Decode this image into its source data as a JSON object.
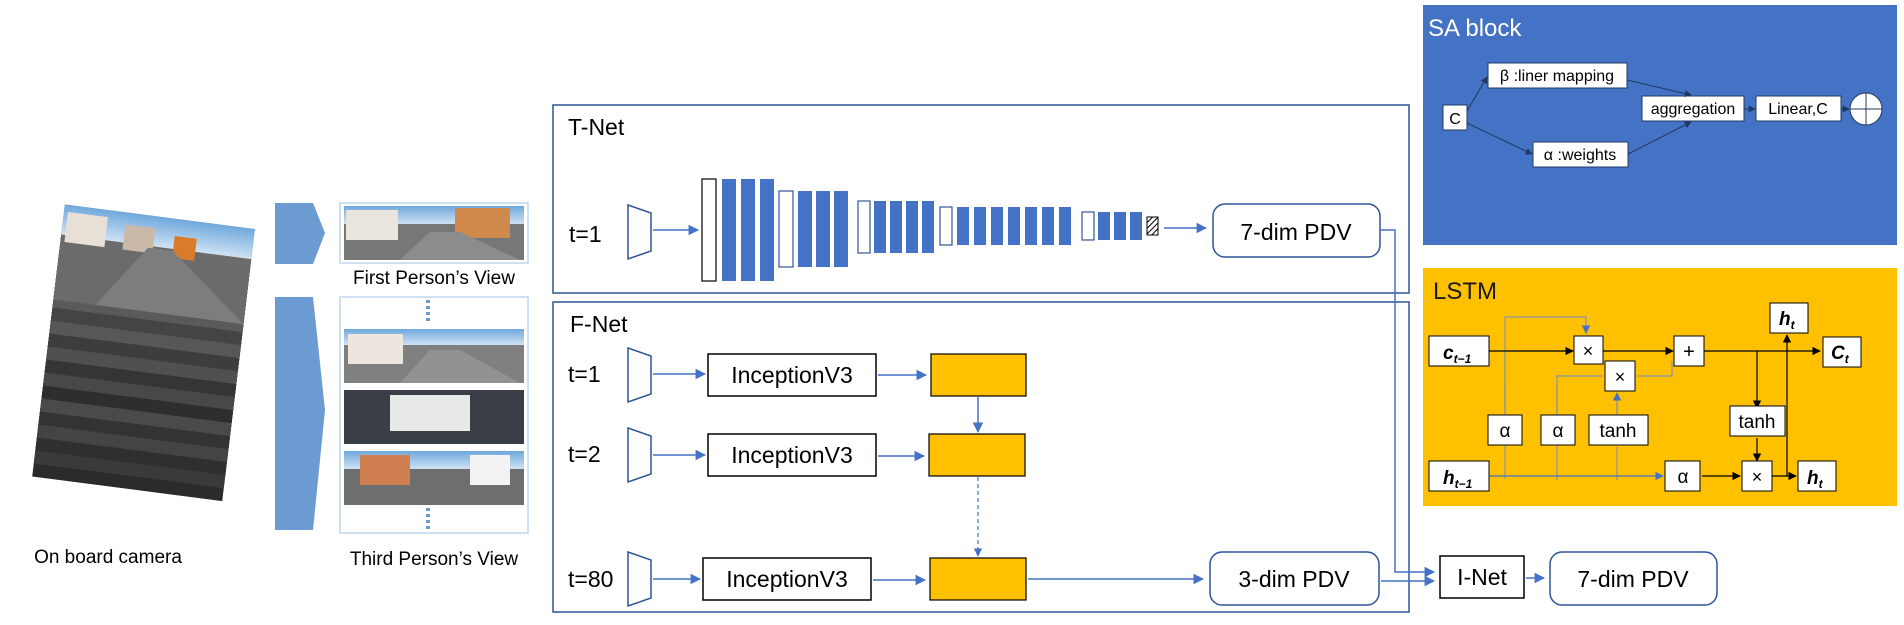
{
  "camera": {
    "caption": "On board camera"
  },
  "views": {
    "first_caption": "First Person’s View",
    "third_caption": "Third Person’s View"
  },
  "tnet": {
    "title": "T-Net",
    "time_label": "t=1",
    "output": "7-dim PDV"
  },
  "fnet": {
    "title": "F-Net",
    "rows": [
      {
        "time": "t=1",
        "encoder": "InceptionV3"
      },
      {
        "time": "t=2",
        "encoder": "InceptionV3"
      },
      {
        "time": "t=80",
        "encoder": "InceptionV3"
      }
    ],
    "output": "3-dim PDV"
  },
  "inet": {
    "label": "I-Net",
    "output": "7-dim PDV"
  },
  "sa_block": {
    "title": "SA block",
    "input": "C",
    "beta": "β :liner mapping",
    "alpha": "α :weights",
    "aggregation": "aggregation",
    "linear": "Linear,C"
  },
  "lstm": {
    "title": "LSTM",
    "c_prev": "c",
    "c_prev_sub": "t−1",
    "h_prev": "h",
    "h_prev_sub": "t−1",
    "c_out": "C",
    "c_out_sub": "t",
    "h_top": "h",
    "h_top_sub": "t",
    "h_out": "h",
    "h_out_sub": "t",
    "alpha": "α",
    "tanh": "tanh",
    "times": "×",
    "plus": "+"
  },
  "colors": {
    "blue_fill": "#4472c4",
    "frame": "#2f5597",
    "gold": "#ffc000",
    "arrow": "#4472c4",
    "chevron": "#6b9bd1"
  }
}
